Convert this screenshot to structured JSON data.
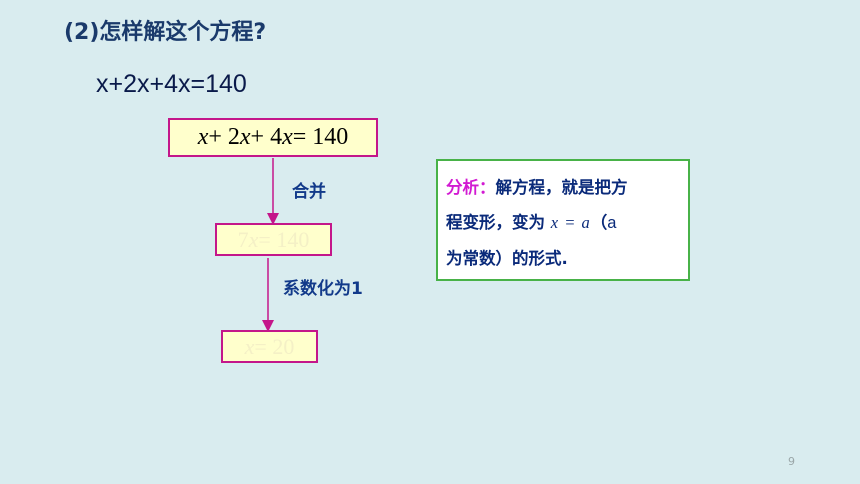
{
  "heading": "(2)怎样解这个方程?",
  "equation_plain": "x+2x+4x=140",
  "steps": {
    "box1": {
      "x1": "x",
      "plus1": " + 2",
      "x2": "x",
      "plus2": " + 4",
      "x3": "x",
      "rest": " = 140"
    },
    "box2": {
      "coef": "7",
      "var": "x",
      "rest": " = 140"
    },
    "box3": {
      "var": "x",
      "rest": " = 20"
    },
    "label_combine": "合并",
    "label_coef": "系数化为1"
  },
  "analysis": {
    "lead": "分析：",
    "text1": "解方程，就是把方",
    "text2": "程变形，变为 ",
    "math": "x = a",
    "text3": "（",
    "paren_a": "a",
    "text4": "为常数）的形式."
  },
  "page_number": "9",
  "colors": {
    "background": "#d9ecef",
    "box_border": "#c4168a",
    "box_fill": "#ffffcc",
    "analysis_border": "#48b248",
    "analysis_lead": "#d21ad2",
    "text_blue": "#123a8a"
  }
}
